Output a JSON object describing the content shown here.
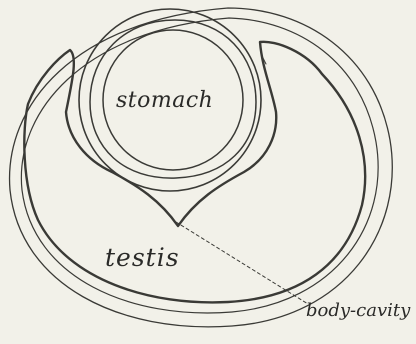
{
  "labels": {
    "stomach": "stomach",
    "testis": "testis",
    "body_cavity": "body-cavity"
  },
  "colors": {
    "ink": "#2a2a28",
    "paper": "#f2f1e9"
  }
}
